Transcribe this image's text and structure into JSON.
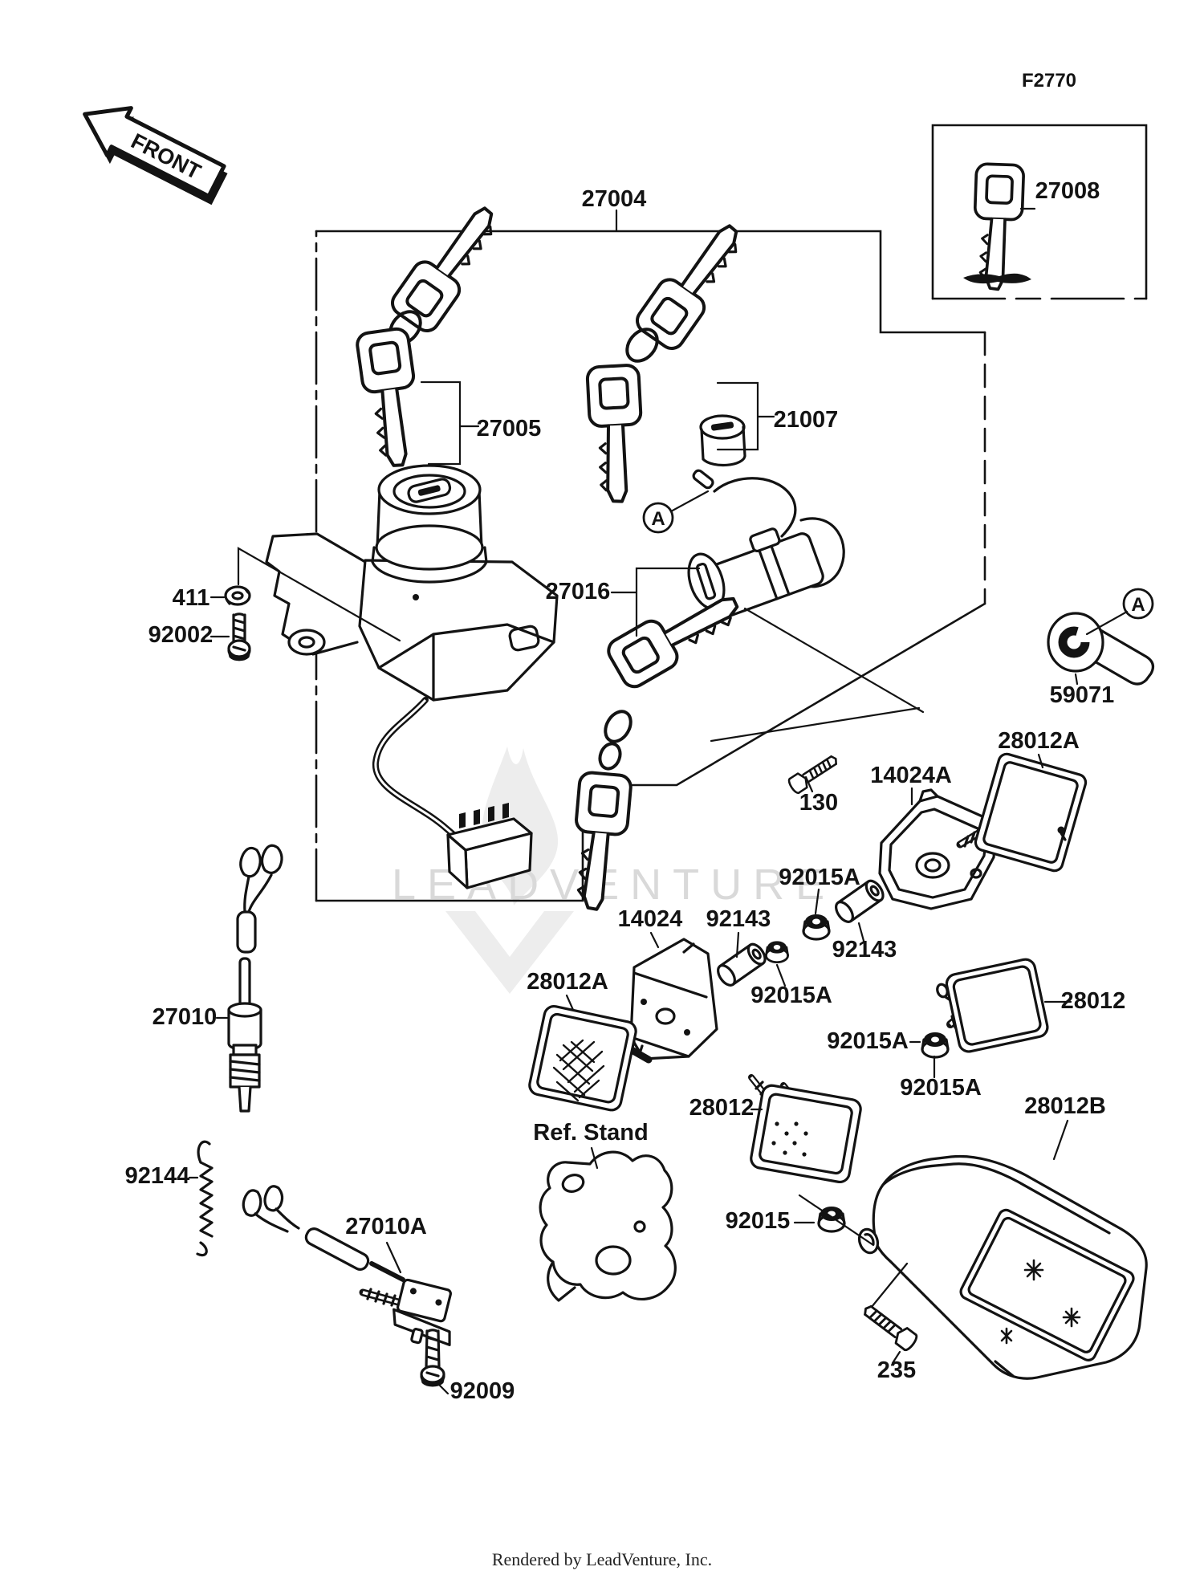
{
  "page": {
    "code": "F2770",
    "front_arrow": "FRONT",
    "watermark": "LEADVENTURE",
    "footer": "Rendered by LeadVenture, Inc."
  },
  "markers": {
    "a_left": "A",
    "a_right": "A"
  },
  "labels": {
    "p27004": "27004",
    "p27008": "27008",
    "p27005": "27005",
    "p21007": "21007",
    "p27016": "27016",
    "p411": "411",
    "p92002": "92002",
    "p59071": "59071",
    "p28012a_right": "28012A",
    "p14024a": "14024A",
    "p130": "130",
    "p92015a_1": "92015A",
    "p92143_left": "92143",
    "p14024": "14024",
    "p92143_right": "92143",
    "p92015a_2": "92015A",
    "p28012a_left": "28012A",
    "p28012_right": "28012",
    "p92015a_3": "92015A",
    "p92015a_4": "92015A",
    "p27010": "27010",
    "p28012_mid": "28012",
    "p28012b": "28012B",
    "ref_stand": "Ref. Stand",
    "p92144": "92144",
    "p27010a": "27010A",
    "p92015": "92015",
    "p92009": "92009",
    "p235": "235"
  }
}
